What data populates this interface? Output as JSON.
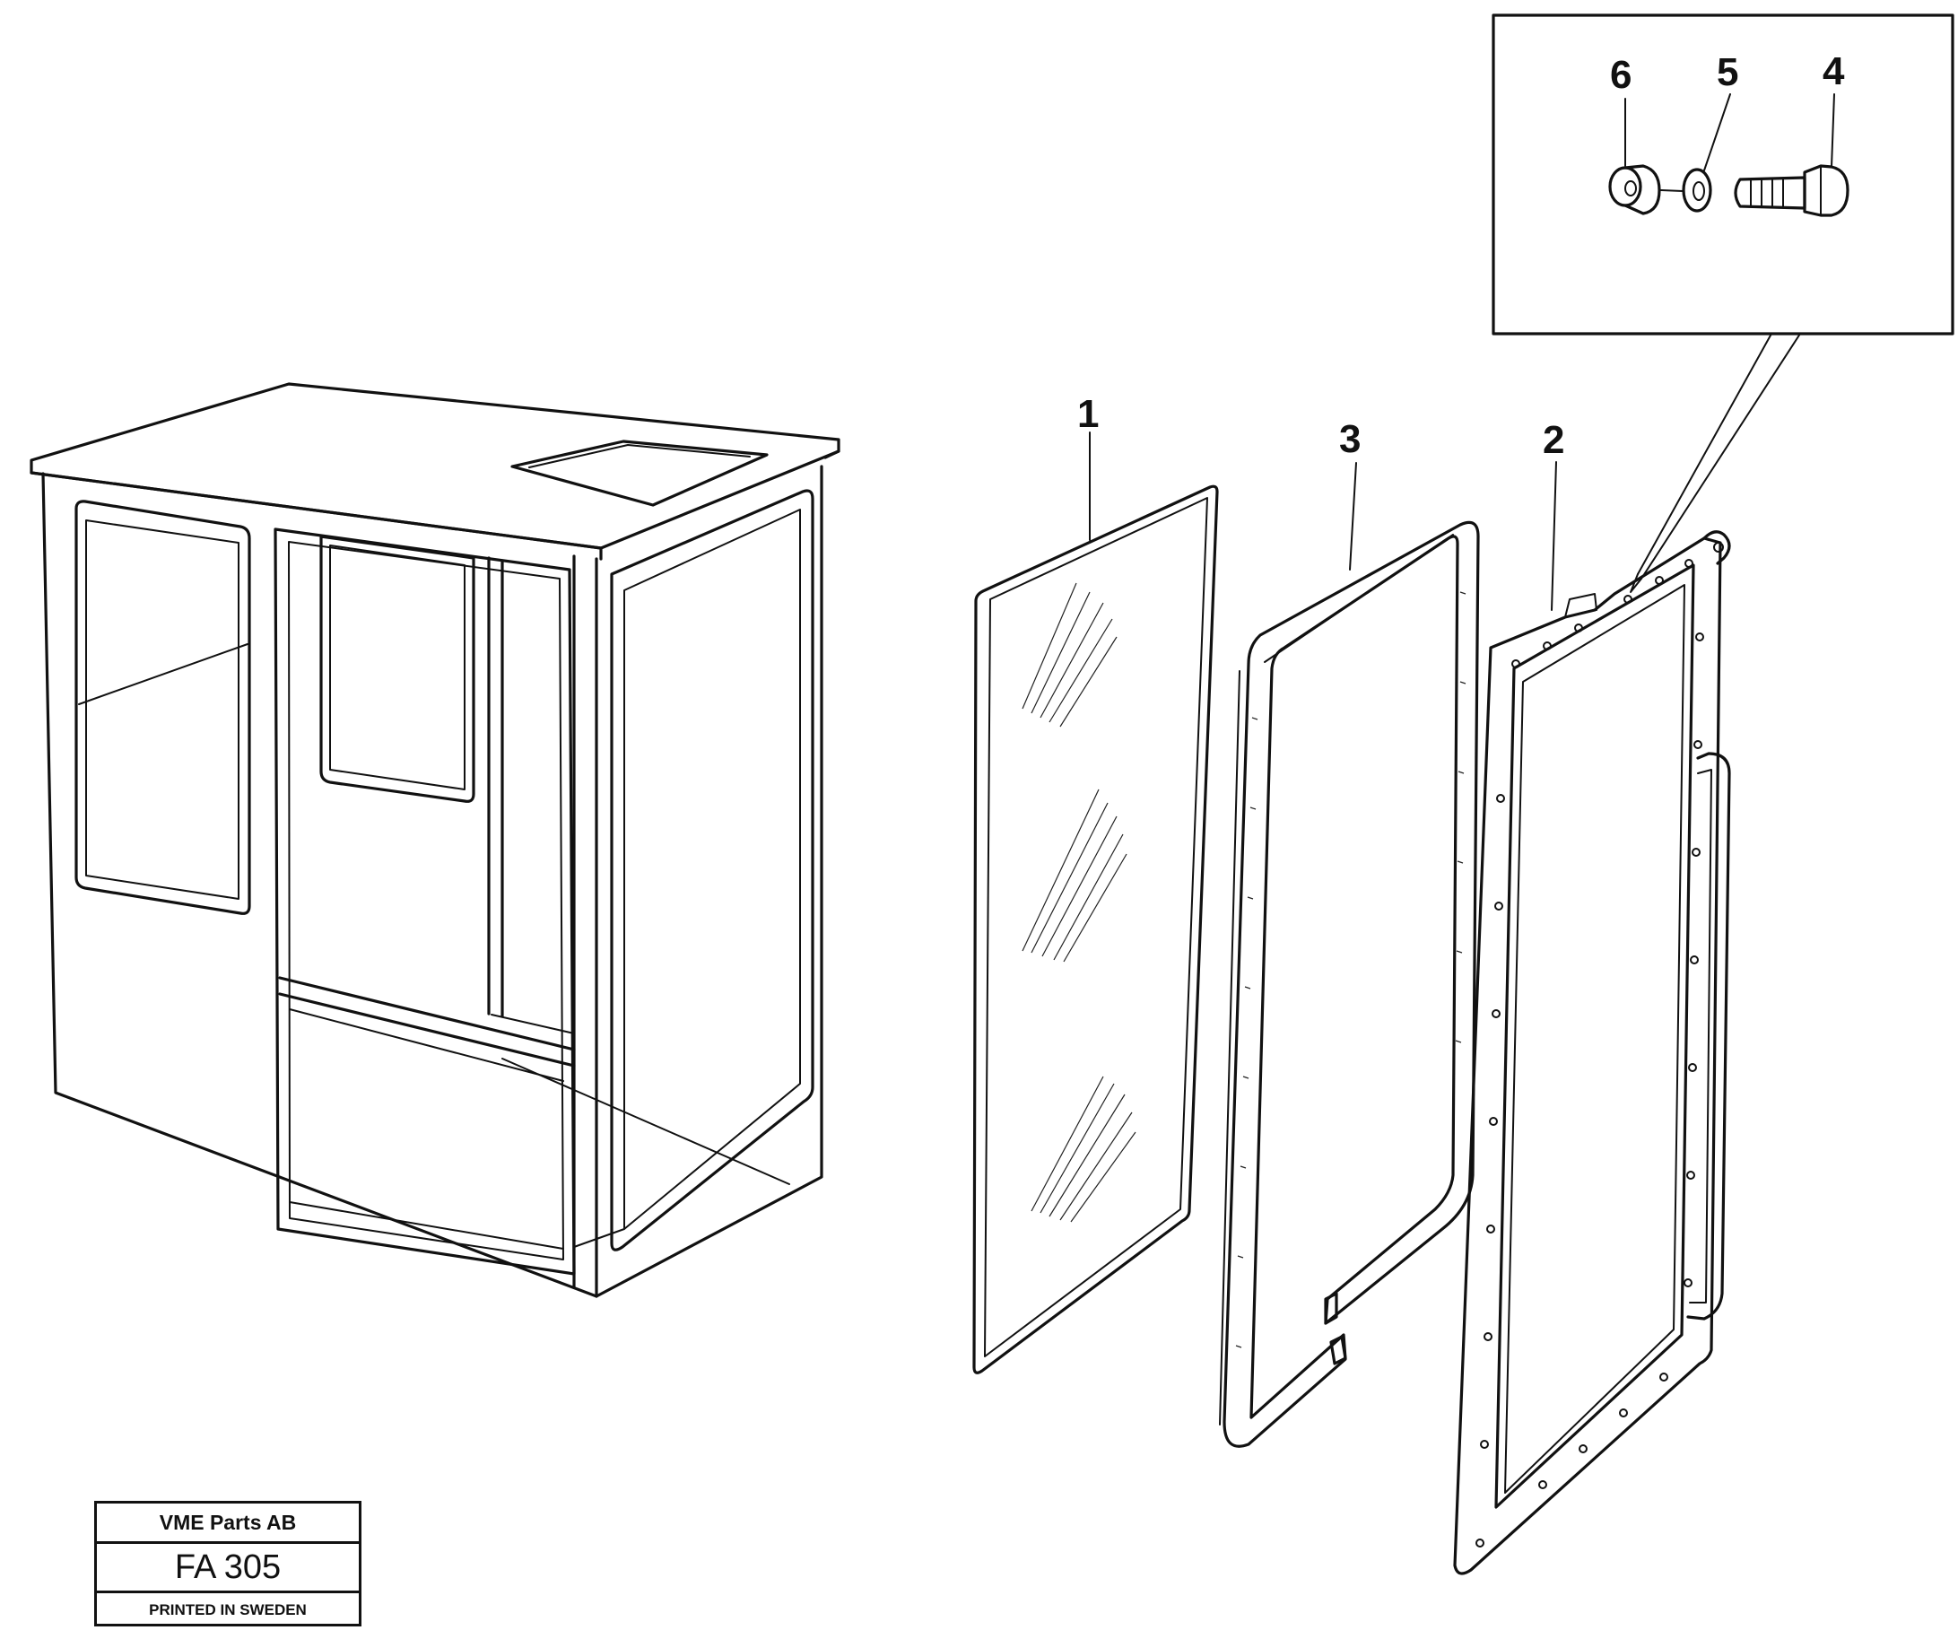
{
  "callouts": {
    "c1": "1",
    "c2": "2",
    "c3": "3",
    "c4": "4",
    "c5": "5",
    "c6": "6"
  },
  "title_block": {
    "company": "VME Parts AB",
    "code": "FA 305",
    "printed": "PRINTED IN SWEDEN"
  },
  "icons": {
    "cab": "cab-frame-icon",
    "pane": "glass-pane-icon",
    "seal": "rubber-seal-icon",
    "frame": "window-frame-icon",
    "screw": "screw-icon",
    "washer": "washer-icon",
    "nut": "nut-icon"
  }
}
